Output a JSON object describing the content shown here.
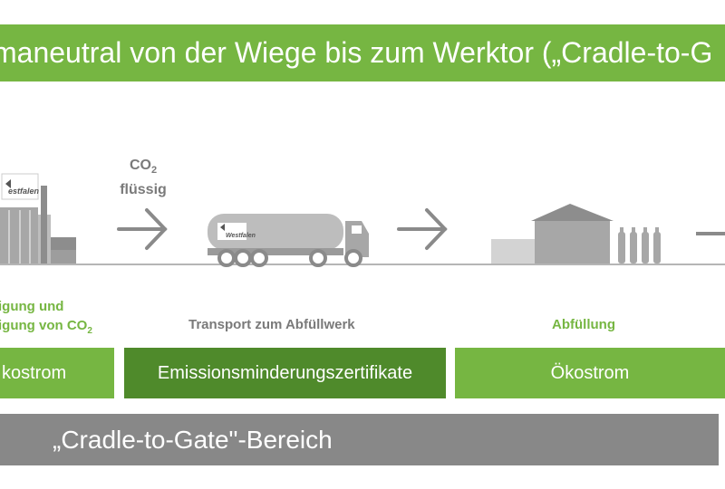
{
  "header": {
    "title": "maneutral von der Wiege bis zum Werktor („Cradle-to-G"
  },
  "icons": {
    "factory_logo_text": "estfalen",
    "truck_logo_text": "Westfalen"
  },
  "flow": {
    "co2_label_prefix": "CO",
    "co2_label_sub": "2",
    "co2_label_word": "flüssig"
  },
  "steps": [
    {
      "line1": "igung und",
      "line2_prefix": "igung von CO",
      "line2_sub": "2",
      "color": "#76b642"
    },
    {
      "label": "Transport zum Abfüllwerk",
      "color": "#7a7a7a"
    },
    {
      "label": "Abfüllung",
      "color": "#76b642"
    }
  ],
  "energy_boxes": [
    {
      "label": "kostrom",
      "color": "#76b642"
    },
    {
      "label": "Emissionsminderungszertifikate",
      "color": "#4f8a2b"
    },
    {
      "label": "Ökostrom",
      "color": "#76b642"
    }
  ],
  "gate_bar": {
    "label": "„Cradle-to-Gate\"-Bereich",
    "color": "#888888"
  },
  "colors": {
    "accent": "#76b642",
    "accent_dark": "#4f8a2b",
    "grey": "#7a7a7a",
    "light_grey": "#cfcfcf"
  }
}
